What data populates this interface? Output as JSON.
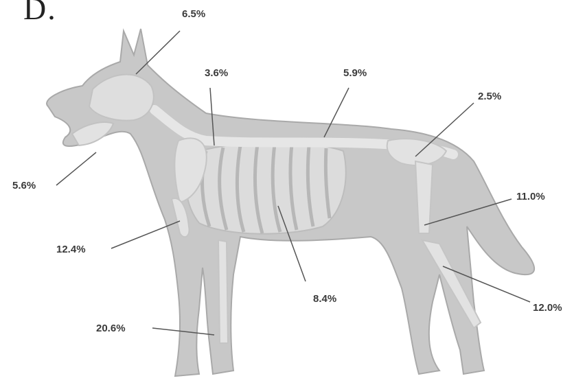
{
  "figure": {
    "panel_letter": "D.",
    "labels": {
      "head": "6.5%",
      "neck": "3.6%",
      "back": "5.9%",
      "pelvis": "2.5%",
      "muzzle": "5.6%",
      "thigh": "11.0%",
      "shoulder": "12.4%",
      "trunk": "8.4%",
      "hindleg": "12.0%",
      "foreleg": "20.6%"
    }
  }
}
